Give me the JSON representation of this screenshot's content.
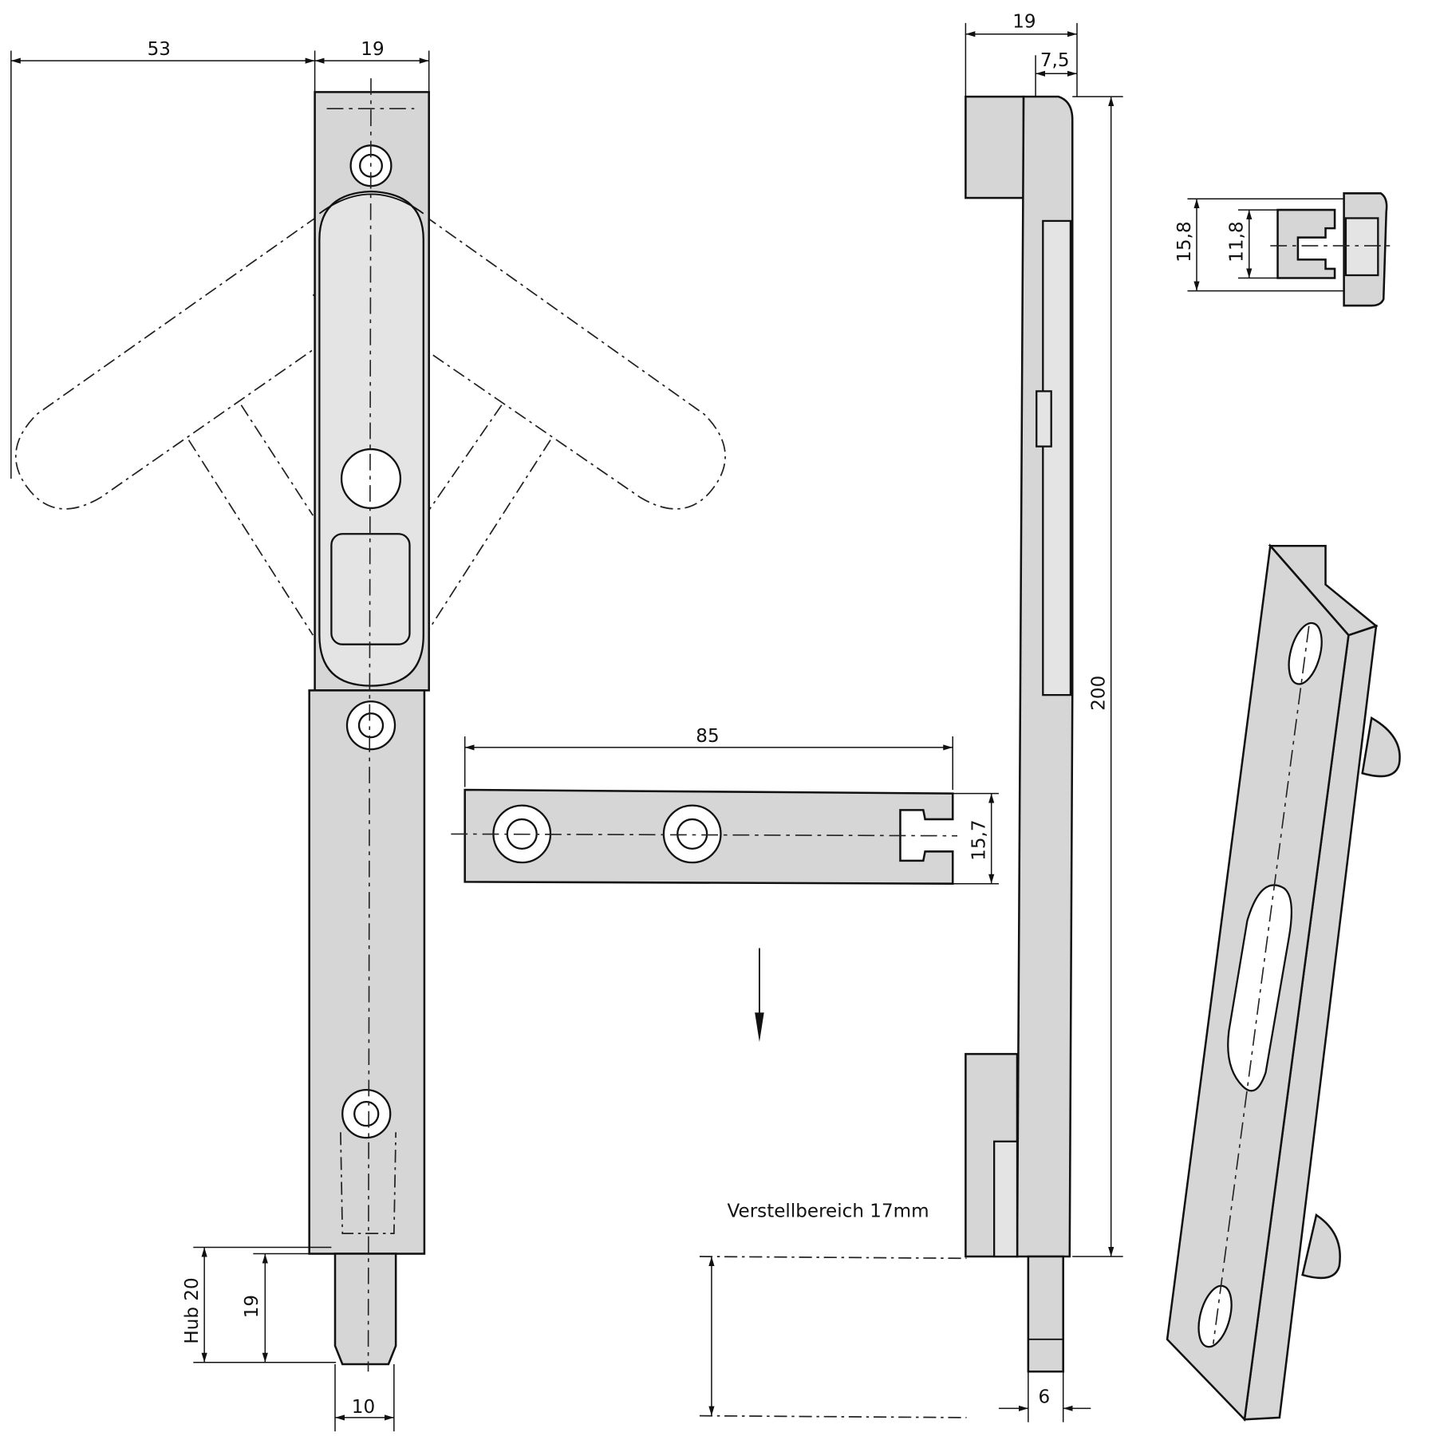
{
  "front_view": {
    "dim_handle_reach": "53",
    "dim_width": "19",
    "dim_stroke": "Hub 20",
    "dim_bolt_travel": "19",
    "dim_bolt_width": "10"
  },
  "side_view": {
    "dim_width": "19",
    "dim_offset": "7,5",
    "dim_length": "200",
    "dim_pin": "6",
    "adjustment_label": "Verstellbereich 17mm"
  },
  "keeper_plate": {
    "dim_length": "85",
    "dim_height": "15,7"
  },
  "profile_section": {
    "dim_outer": "15,8",
    "dim_inner": "11,8"
  }
}
